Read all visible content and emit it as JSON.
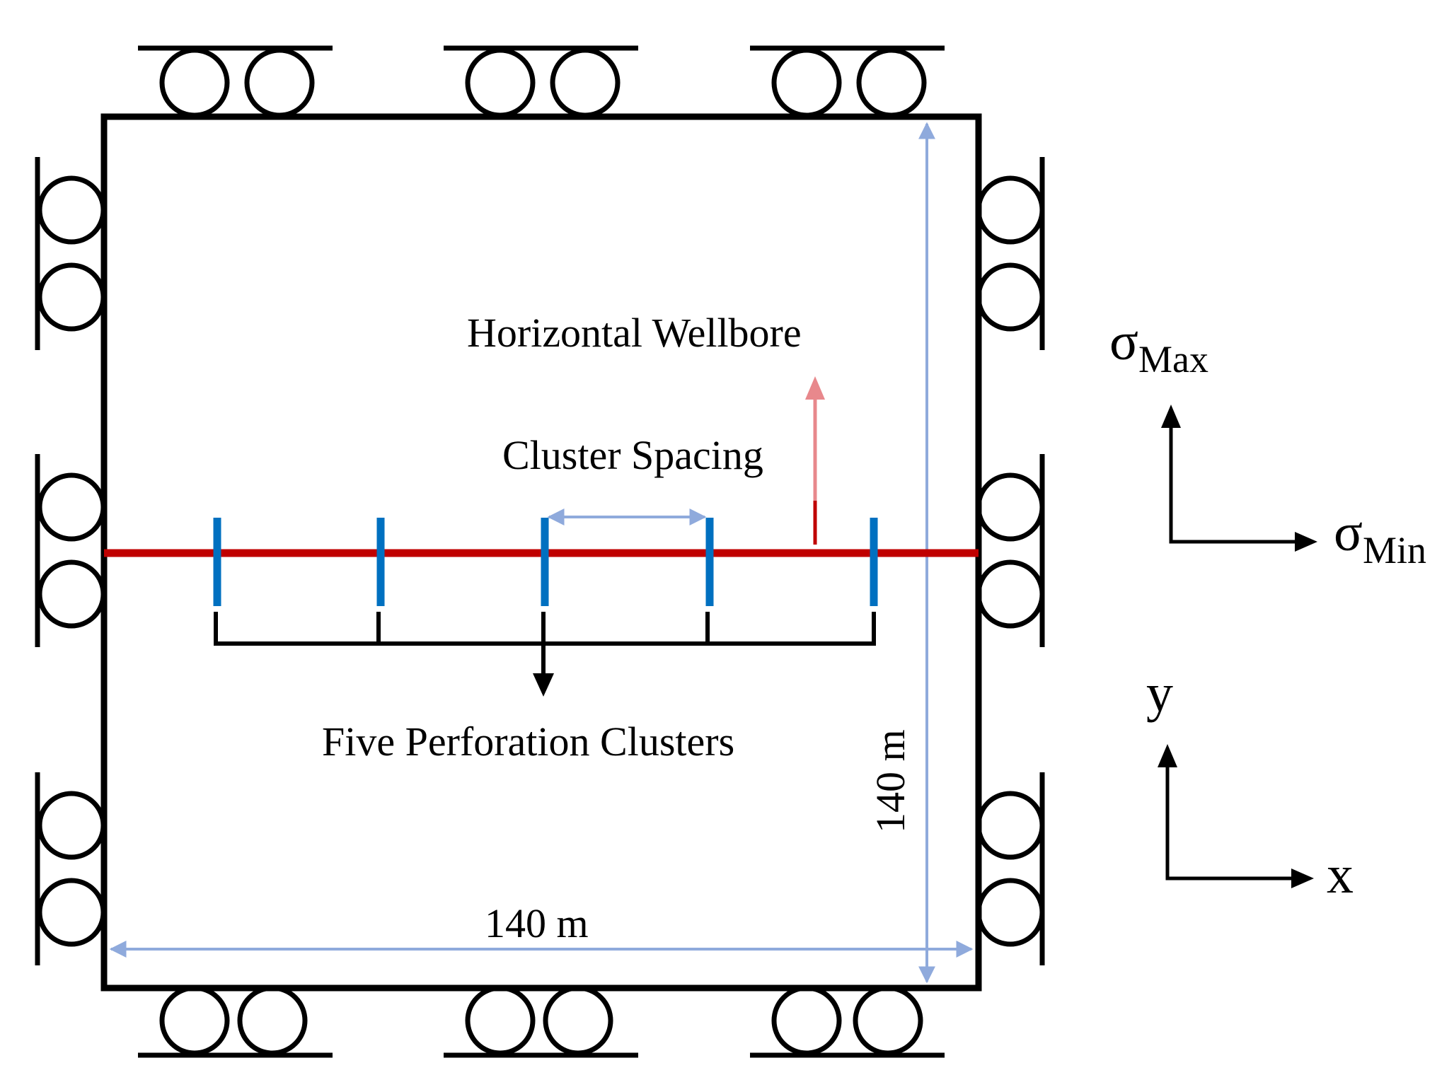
{
  "labels": {
    "wellbore": "Horizontal  Wellbore",
    "cluster_spacing": "Cluster  Spacing",
    "five_clusters": "Five  Perforation  Clusters",
    "width_dim": "140 m",
    "height_dim": "140 m",
    "sigma_max": "σ",
    "sigma_max_sub": "Max",
    "sigma_min": "σ",
    "sigma_min_sub": "Min",
    "axis_y": "y",
    "axis_x": "x"
  },
  "colors": {
    "wellbore": "#c00000",
    "cluster": "#0070c0",
    "dimension": "#8faadc",
    "arrow_red": "#e8888c",
    "outline": "#000000"
  },
  "model": {
    "domain_width_m": 140,
    "domain_height_m": 140,
    "cluster_count": 5,
    "boundary": "roller supports on all four sides"
  }
}
